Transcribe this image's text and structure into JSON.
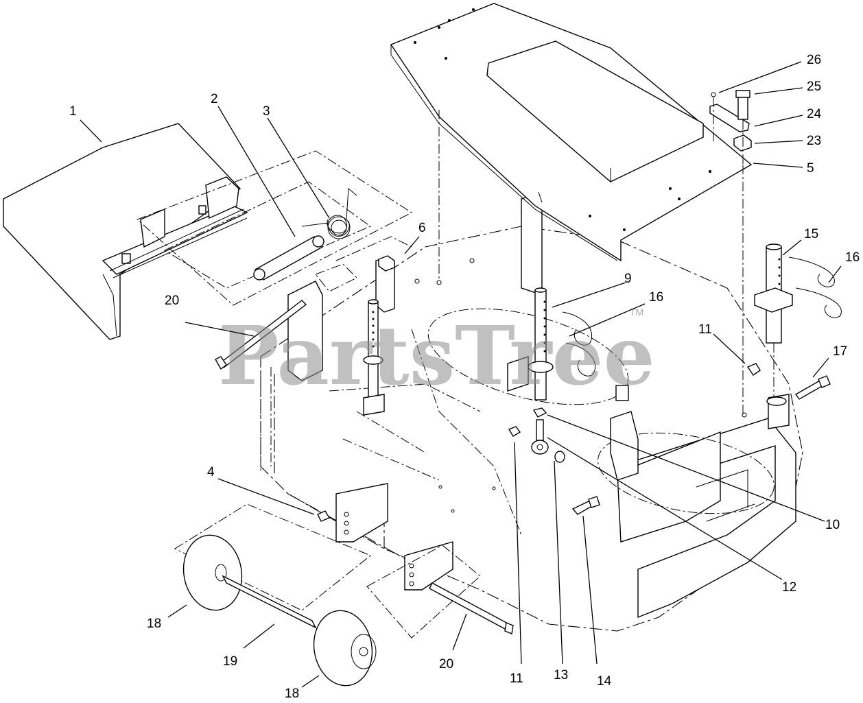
{
  "watermark": {
    "text": "PartsTree",
    "trademark": "TM"
  },
  "part_labels": {
    "p1": "1",
    "p2": "2",
    "p3": "3",
    "p4": "4",
    "p5": "5",
    "p6": "6",
    "p9": "9",
    "p10": "10",
    "p11_right": "11",
    "p11_bottom": "11",
    "p12": "12",
    "p13": "13",
    "p14": "14",
    "p15": "15",
    "p16_center": "16",
    "p16_right": "16",
    "p17": "17",
    "p18_top": "18",
    "p18_bottom": "18",
    "p19": "19",
    "p20_left": "20",
    "p20_bottom": "20",
    "p23": "23",
    "p24": "24",
    "p25": "25",
    "p26": "26"
  },
  "colors": {
    "line": "#000000",
    "background": "#ffffff",
    "watermark": "#8d8d8d"
  }
}
